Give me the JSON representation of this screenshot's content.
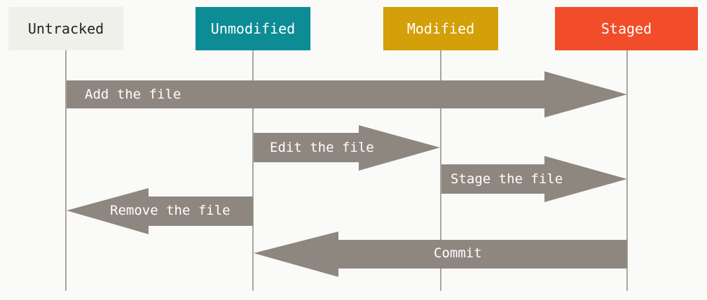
{
  "colors": {
    "untracked": "#f0f0eb",
    "unmodified": "#0d8c96",
    "modified": "#d4a009",
    "staged": "#f24d2b",
    "arrow": "#8e8780",
    "lifeline": "#a8a69f"
  },
  "states": {
    "untracked": "Untracked",
    "unmodified": "Unmodified",
    "modified": "Modified",
    "staged": "Staged"
  },
  "transitions": {
    "add": "Add the file",
    "edit": "Edit the file",
    "stage": "Stage the file",
    "remove": "Remove the file",
    "commit": "Commit"
  }
}
